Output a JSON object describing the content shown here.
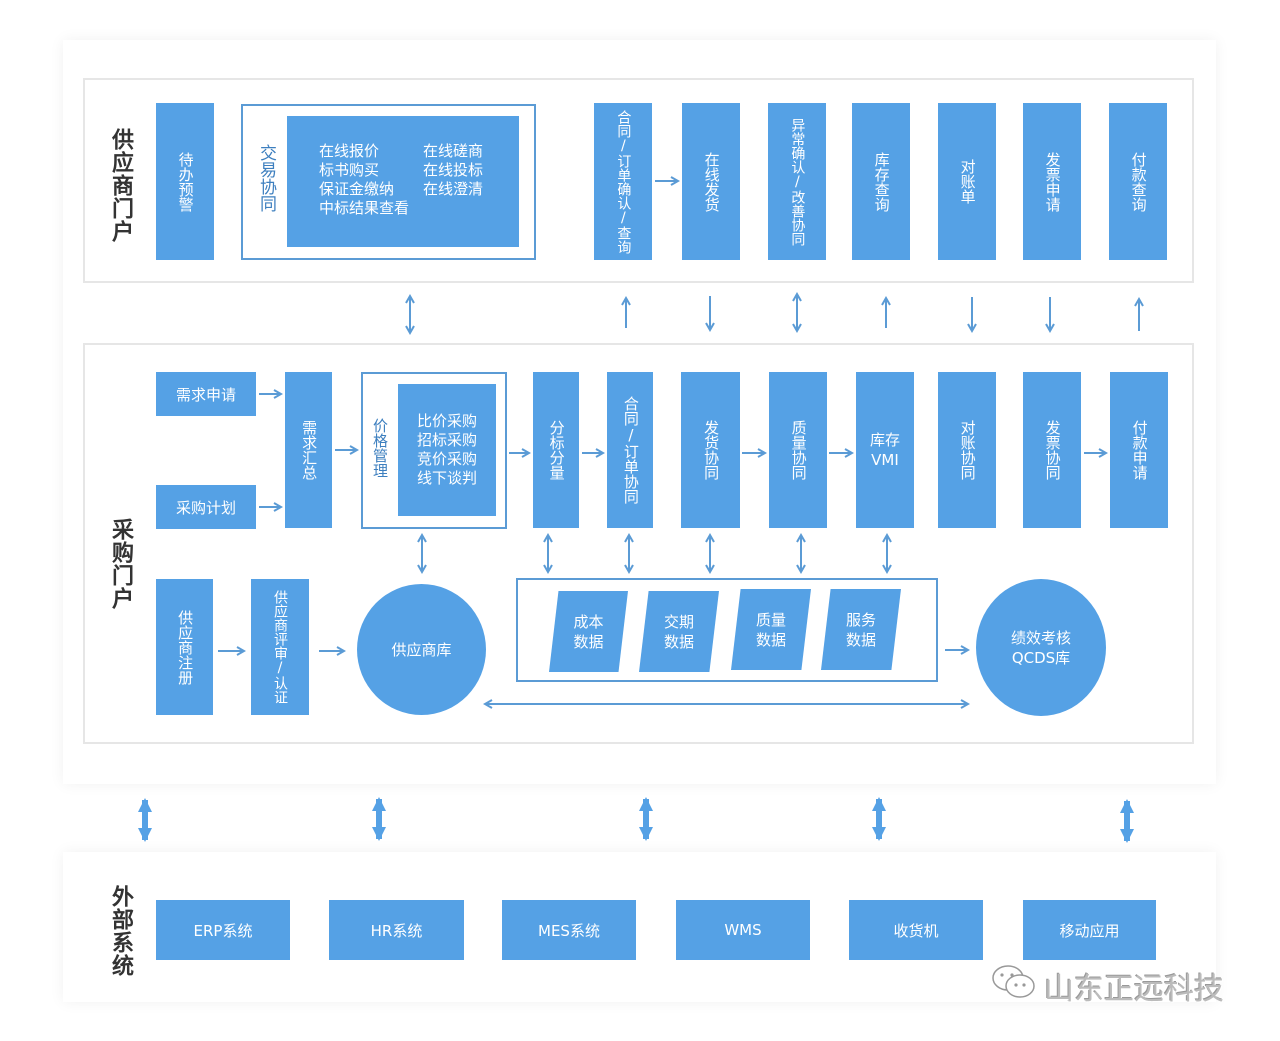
{
  "colors": {
    "box": "#55a1e5",
    "arrow": "#5b9bd5",
    "label": "#333333"
  },
  "supplier_portal": {
    "label": "供应商门户",
    "todo_alert": "待办预警",
    "trade_collab": {
      "label": "交易协同",
      "items_left": [
        "在线报价",
        "标书购买",
        "保证金缴纳",
        "中标结果查看"
      ],
      "items_right": [
        "在线磋商",
        "在线投标",
        "在线澄清"
      ]
    },
    "boxes": [
      "合同/订单确认/查询",
      "在线发货",
      "异常确认/改善协同",
      "库存查询",
      "对账单",
      "发票申请",
      "付款查询"
    ]
  },
  "connectors_top": [
    {
      "direction": "both"
    },
    {
      "direction": "up"
    },
    {
      "direction": "down"
    },
    {
      "direction": "both"
    },
    {
      "direction": "up"
    },
    {
      "direction": "down"
    },
    {
      "direction": "down"
    },
    {
      "direction": "up"
    }
  ],
  "procurement_portal": {
    "label": "采购门户",
    "demand_request": "需求申请",
    "purchase_plan": "采购计划",
    "demand_summary": "需求汇总",
    "price_mgmt": {
      "label": "价格管理",
      "items": [
        "比价采购",
        "招标采购",
        "竞价采购",
        "线下谈判"
      ]
    },
    "flow_boxes": [
      "分标分量",
      "合同/订单协同",
      "发货协同",
      "质量协同",
      "库存VMI",
      "对账协同",
      "发票协同",
      "付款申请"
    ],
    "supplier_register": "供应商注册",
    "supplier_review": "供应商评审/认证",
    "supplier_db": "供应商库",
    "data_boxes": [
      {
        "line1": "成本",
        "line2": "数据"
      },
      {
        "line1": "交期",
        "line2": "数据"
      },
      {
        "line1": "质量",
        "line2": "数据"
      },
      {
        "line1": "服务",
        "line2": "数据"
      }
    ],
    "qcds": {
      "line1": "绩效考核",
      "line2": "QCDS库"
    }
  },
  "external_systems": {
    "label": "外部系统",
    "items": [
      "ERP系统",
      "HR系统",
      "MES系统",
      "WMS",
      "收货机",
      "移动应用"
    ]
  },
  "watermark": {
    "icon": "wechat-icon",
    "text": "山东正远科技"
  }
}
